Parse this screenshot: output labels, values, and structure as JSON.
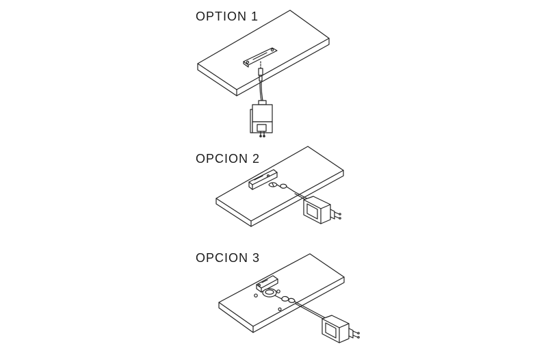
{
  "options": [
    {
      "label": "OPTION 1"
    },
    {
      "label": "OPCION 2"
    },
    {
      "label": "OPCION 3"
    }
  ],
  "colors": {
    "line": "#222222",
    "fill": "#ffffff",
    "accent": "#555555"
  }
}
